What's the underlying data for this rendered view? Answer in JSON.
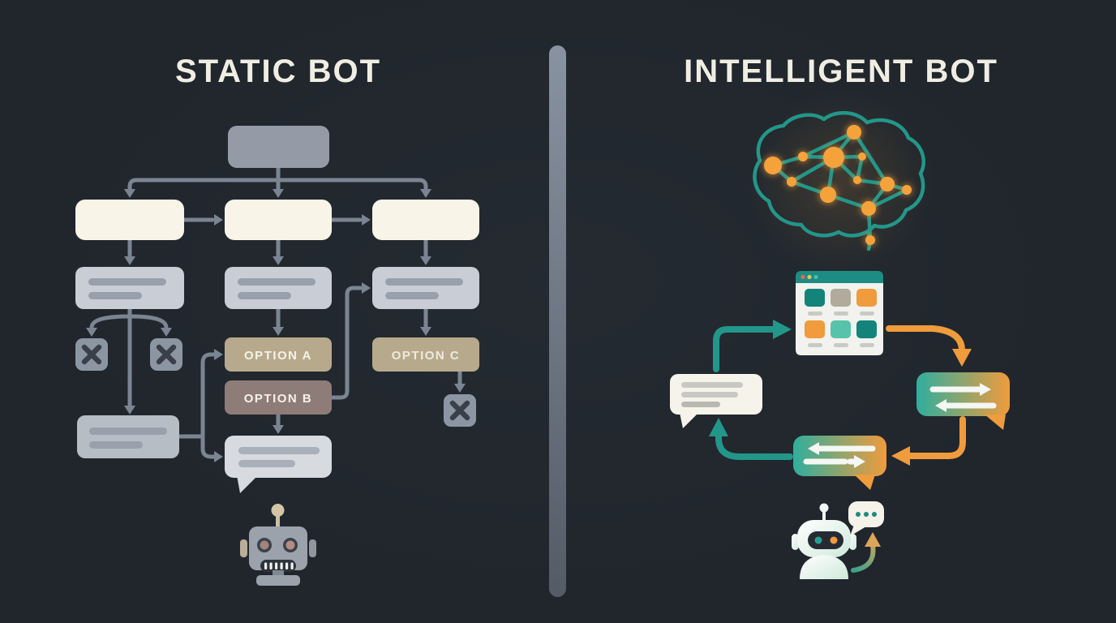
{
  "left": {
    "title": "STATIC BOT",
    "flow": {
      "option_a": "OPTION A",
      "option_b": "OPTION B",
      "option_c": "OPTION C"
    }
  },
  "right": {
    "title": "INTELLIGENT BOT"
  },
  "icons": {
    "static_bot": "robot-head-icon",
    "intelligent_bot": "robot-chat-icon",
    "brain": "neural-network-brain-icon",
    "app_window": "app-window-icon",
    "rejected": "x-icon",
    "chat": "speech-bubble-icon"
  },
  "colors": {
    "background": "#20262c",
    "title_text": "#f0ede3",
    "connector": "#7b8492",
    "box_top": "#949ba7",
    "box_cream": "#f8f4e7",
    "box_gray": "#c9ced6",
    "box_gray2": "#b7bdc5",
    "bar_gray": "#98a0ac",
    "bar_gray2": "#a9b0ba",
    "x_tile": "#8c96a3",
    "x_glyph": "#394049",
    "tan": "#b7aa8c",
    "mauve": "#8e7c78",
    "option_text": "#f6f2e7",
    "bubble_gray": "#d7dade",
    "divider_top": "#8893a1",
    "divider_bottom": "#535b67",
    "teal": "#23968a",
    "teal_bright": "#2fae9e",
    "orange": "#f09b3c",
    "node_orange": "#f6a23a",
    "window_header": "#1d8c82",
    "window_body": "#f2f2ef",
    "cream_white": "#f6f3ea",
    "dark_visor": "#262b33",
    "robot_gray": "#9ba2ac",
    "robot_tan": "#d3c6a6"
  }
}
